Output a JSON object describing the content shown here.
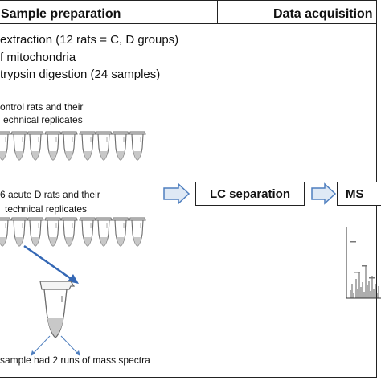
{
  "headers": {
    "left": "Sample preparation",
    "right": "Data acquisition"
  },
  "steps": [
    "extraction (12 rats = C, D groups)",
    "f mitochondria",
    "trypsin digestion (24 samples)"
  ],
  "groups": {
    "control_line1": "ontrol rats and their",
    "control_line2": "echnical replicates",
    "acute_line1": "6 acute D rats and their",
    "acute_line2": "technical replicates"
  },
  "boxes": {
    "lc": "LC separation",
    "ms": "MS"
  },
  "footer": "sample had 2 runs of mass spectra",
  "colors": {
    "arrow_fill": "#dfe9f5",
    "arrow_stroke": "#4f7fbf",
    "tube_stroke": "#6b6b6b",
    "tube_tip": "#c8c8c8",
    "highlight_arrow": "#3568b5",
    "spectrum": "#333333"
  }
}
